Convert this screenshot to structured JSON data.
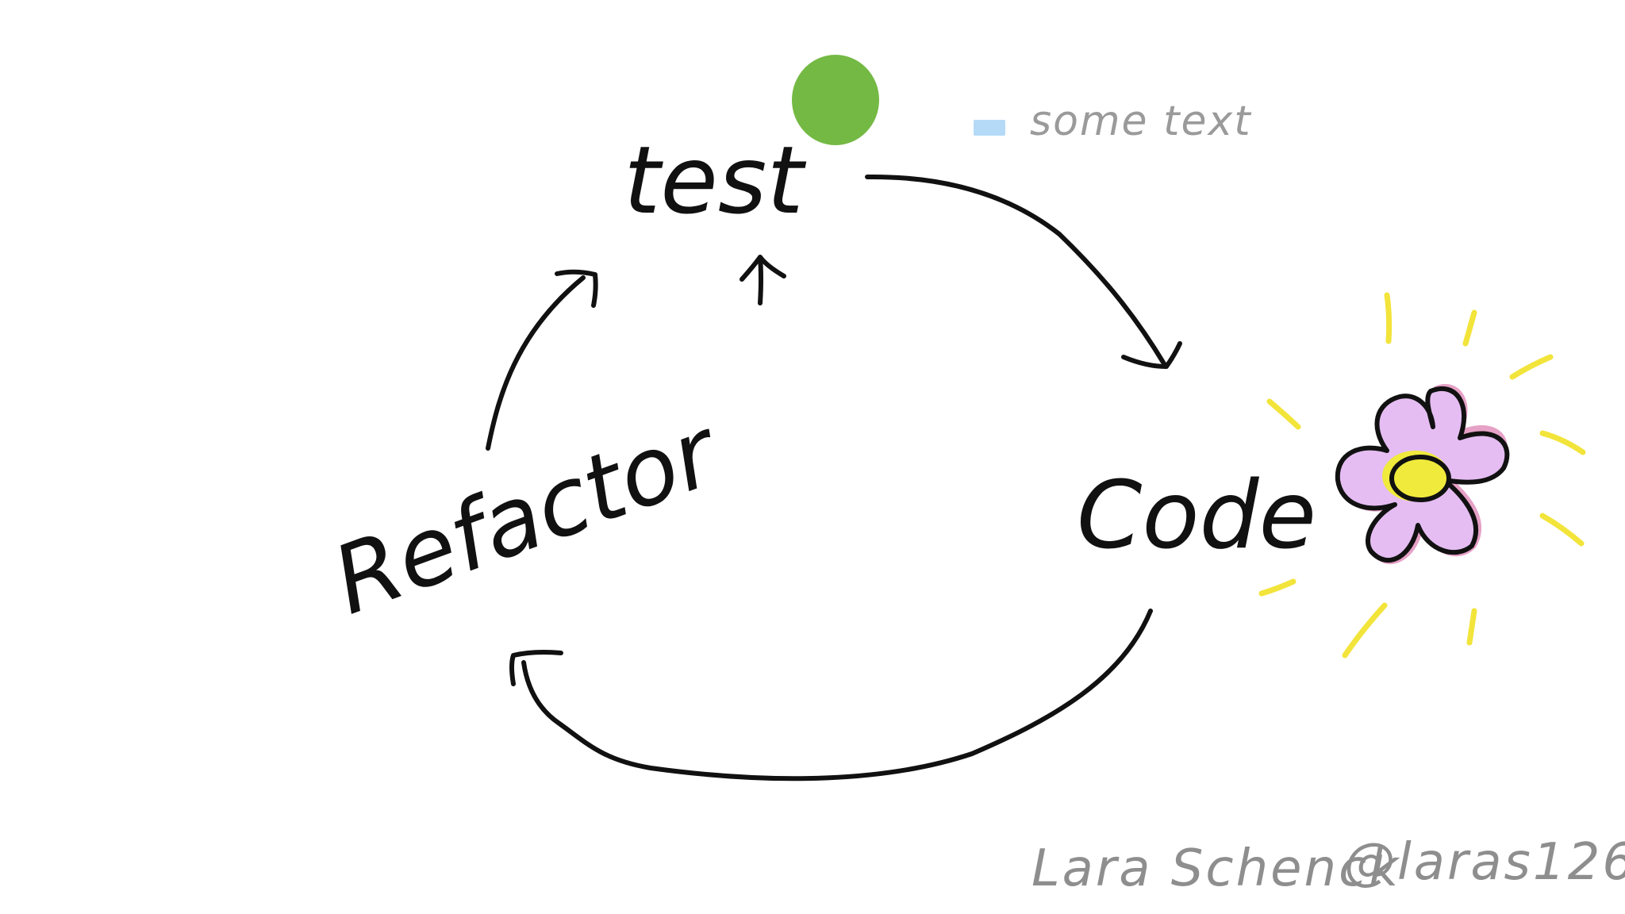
{
  "diagram": {
    "labels": {
      "test": "test",
      "code": "Code",
      "refactor": "Refactor",
      "note": "some text"
    },
    "credit": {
      "name": "Lara Schenck",
      "handle": "@laras126"
    },
    "colors": {
      "ink": "#111111",
      "green_dot": "#74b944",
      "legend_swatch": "#b5daf7",
      "note_text": "#9a9a9a",
      "credit_text": "#8e8e8e",
      "petal_fill": "#e5bdf2",
      "petal_shadow": "#e08ab8",
      "flower_center": "#f0ea3c",
      "sun_rays": "#f2e43a"
    },
    "icons": [
      "flower-icon",
      "green-dot-icon"
    ]
  }
}
